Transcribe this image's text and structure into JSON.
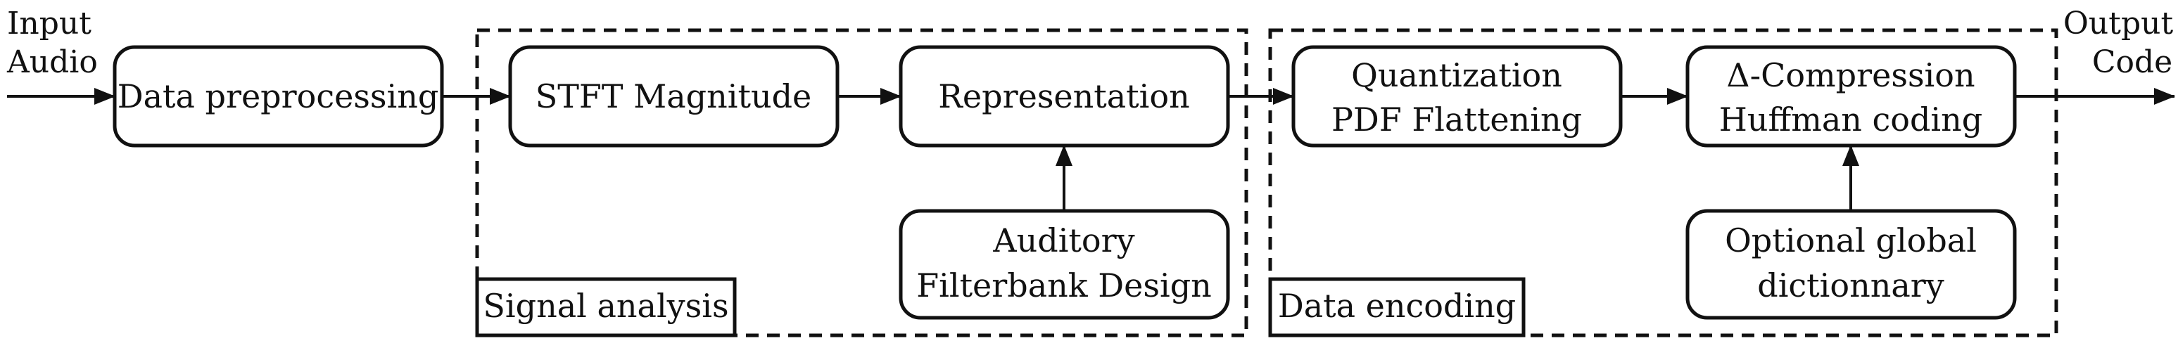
{
  "input": {
    "line1": "Input",
    "line2": "Audio"
  },
  "output": {
    "line1": "Output",
    "line2": "Code"
  },
  "boxes": {
    "preprocessing": {
      "line1": "Data preprocessing"
    },
    "stft": {
      "line1": "STFT Magnitude"
    },
    "representation": {
      "line1": "Representation"
    },
    "auditory": {
      "line1": "Auditory",
      "line2": "Filterbank Design"
    },
    "quantization": {
      "line1": "Quantization",
      "line2": "PDF Flattening"
    },
    "compression": {
      "line1": "Δ-Compression",
      "line2": "Huffman coding"
    },
    "dictionary": {
      "line1": "Optional global",
      "line2": "dictionnary"
    }
  },
  "groups": {
    "signal_analysis": "Signal analysis",
    "data_encoding": "Data encoding"
  }
}
